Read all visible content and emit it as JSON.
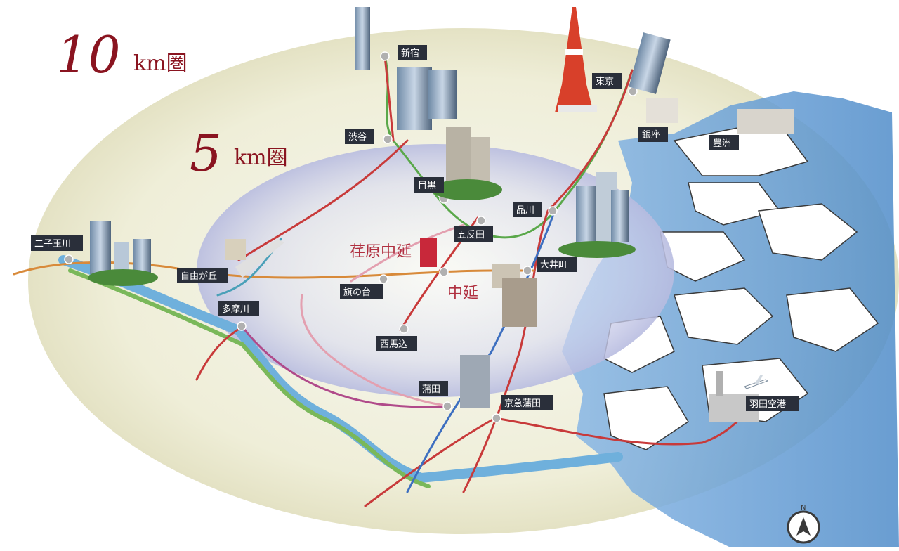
{
  "rings": {
    "outer": {
      "num": "10",
      "unit": "km圏"
    },
    "inner": {
      "num": "5",
      "unit": "km圏"
    }
  },
  "highlight": {
    "property": "荏原中延",
    "station": "中延"
  },
  "stations": {
    "shinjuku": "新宿",
    "tokyo": "東京",
    "shibuya": "渋谷",
    "ginza": "銀座",
    "toyosu": "豊洲",
    "meguro": "目黒",
    "shinagawa": "品川",
    "gotanda": "五反田",
    "futakotamagawa": "二子玉川",
    "jiyugaoka": "自由が丘",
    "oimachi": "大井町",
    "hatanodai": "旗の台",
    "tamagawa": "多摩川",
    "nishimagome": "西馬込",
    "kamata": "蒲田",
    "keikyukamata": "京急蒲田",
    "haneda": "羽田空港"
  },
  "compass": {
    "letter": "N"
  },
  "colors": {
    "red_line": "#c83a3a",
    "green_line": "#5aa84a",
    "blue_line": "#3d6fc0",
    "orange_line": "#d88a3a",
    "pink_line": "#e3a0b0",
    "magenta_line": "#b04a8a",
    "teal_line": "#4aa0b8",
    "water": "#6fa8dc",
    "accent": "#8a1420"
  }
}
